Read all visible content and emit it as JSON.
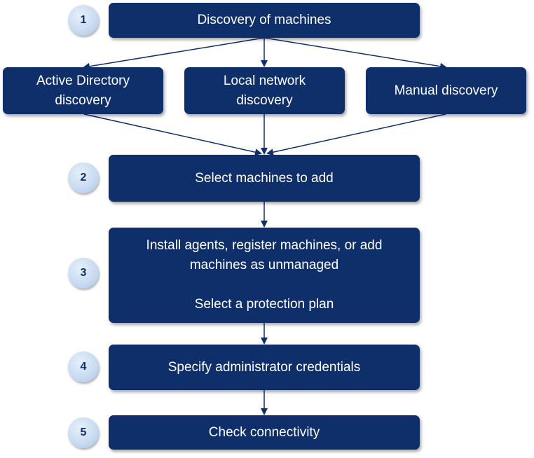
{
  "colors": {
    "box": "#0f2f6b",
    "badge": "#c9dcf1",
    "arrow": "#0f2f6b",
    "text": "#ffffff"
  },
  "steps": [
    {
      "number": "1",
      "label": "Discovery of machines"
    },
    {
      "number": "2",
      "label": "Select machines to add"
    },
    {
      "number": "3",
      "lines": [
        "Install agents, register machines, or add",
        "machines as unmanaged"
      ],
      "extra": "Select a protection plan"
    },
    {
      "number": "4",
      "label": "Specify administrator credentials"
    },
    {
      "number": "5",
      "label": "Check connectivity"
    }
  ],
  "discovery": [
    {
      "lines": [
        "Active Directory",
        "discovery"
      ]
    },
    {
      "lines": [
        "Local network",
        "discovery"
      ]
    },
    {
      "lines": [
        "Manual discovery"
      ]
    }
  ]
}
